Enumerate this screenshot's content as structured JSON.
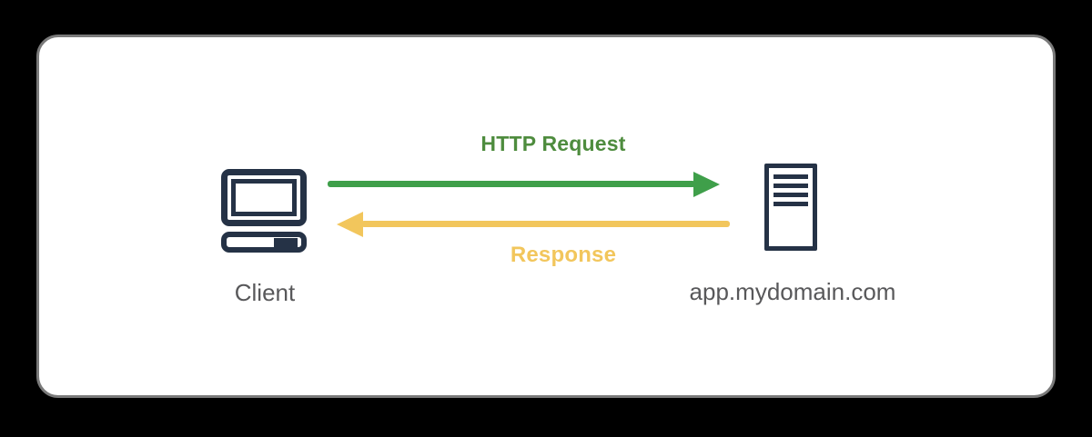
{
  "diagram": {
    "nodes": [
      {
        "id": "client",
        "label": "Client",
        "icon": "desktop-computer-icon"
      },
      {
        "id": "server",
        "label": "app.mydomain.com",
        "icon": "server-icon"
      }
    ],
    "flows": [
      {
        "id": "request",
        "label": "HTTP Request",
        "from": "client",
        "to": "server",
        "direction": "right",
        "color": "#3f9f4a"
      },
      {
        "id": "response",
        "label": "Response",
        "from": "server",
        "to": "client",
        "direction": "left",
        "color": "#f2c65c"
      }
    ]
  },
  "colors": {
    "page-bg": "#000000",
    "card-bg": "#ffffff",
    "card-border": "#7a7a7a",
    "icon-navy": "#253246",
    "node-label-gray": "#58585a",
    "request-green": "#3f9f4a",
    "request-label-green": "#4e8c3e",
    "response-yellow": "#f2c65c"
  }
}
